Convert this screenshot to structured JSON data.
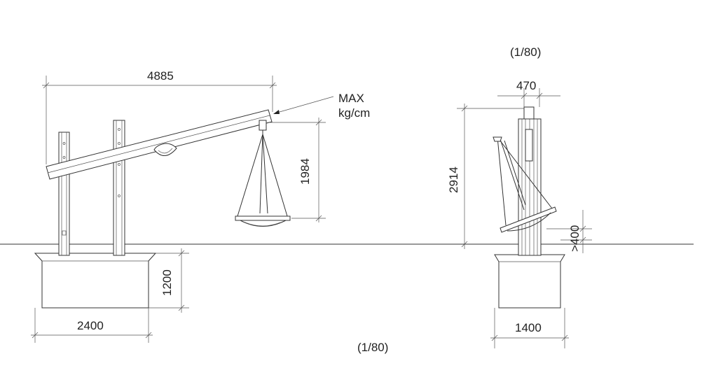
{
  "side_view": {
    "width_dim": "4885",
    "rope_height_dim": "1984",
    "base_width_dim": "2400",
    "base_height_dim": "1200",
    "note_line1": "MAX",
    "note_line2": "kg/cm",
    "scale": "(1/80)"
  },
  "front_view": {
    "scale": "(1/80)",
    "top_width_dim": "470",
    "height_dim": "2914",
    "clearance_dim": ">400",
    "base_width_dim": "1400"
  }
}
